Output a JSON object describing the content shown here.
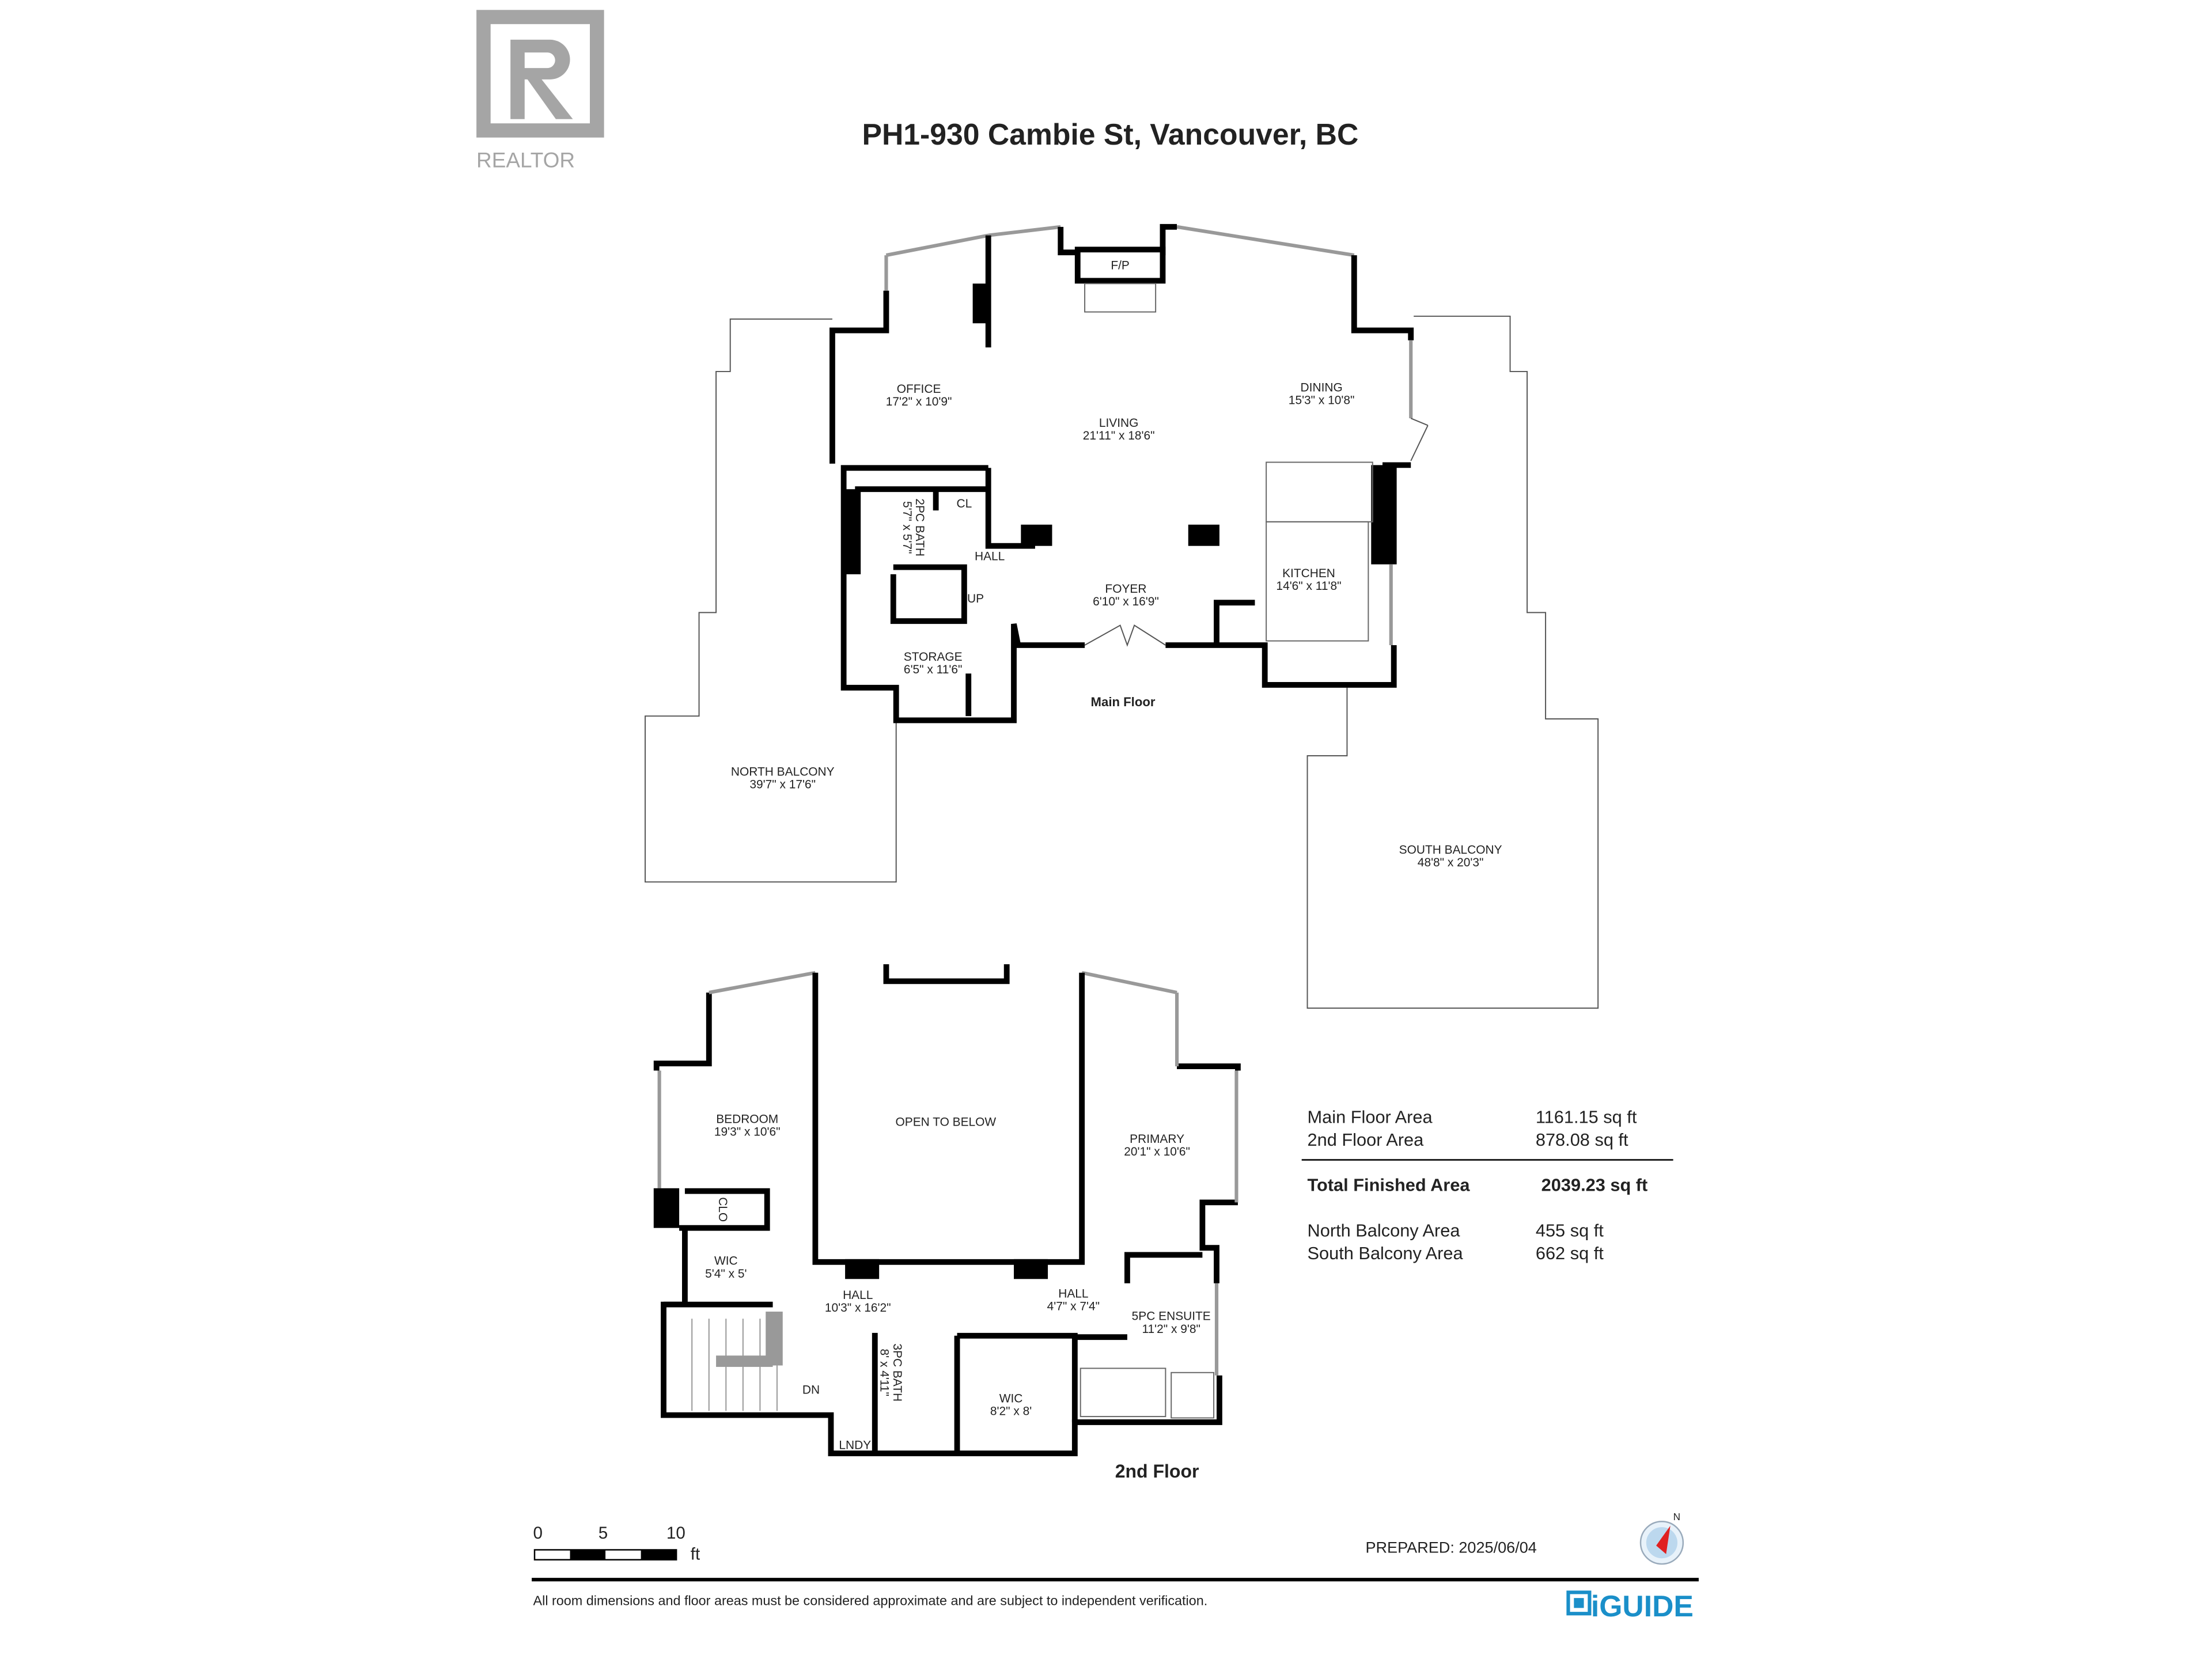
{
  "header": {
    "logo_text": "REALTOR",
    "title": "PH1-930 Cambie St, Vancouver, BC"
  },
  "main_floor": {
    "label": "Main Floor",
    "rooms": [
      {
        "name": "OFFICE",
        "dims": "17'2\" x 10'9\""
      },
      {
        "name": "LIVING",
        "dims": "21'11\" x 18'6\""
      },
      {
        "name": "DINING",
        "dims": "15'3\" x 10'8\""
      },
      {
        "name": "KITCHEN",
        "dims": "14'6\" x 11'8\""
      },
      {
        "name": "FOYER",
        "dims": "6'10\" x 16'9\""
      },
      {
        "name": "STORAGE",
        "dims": "6'5\" x 11'6\""
      },
      {
        "name": "2PC BATH",
        "dims": "5'7\" x 5'7\""
      },
      {
        "name": "NORTH BALCONY",
        "dims": "39'7\" x 17'6\""
      },
      {
        "name": "SOUTH BALCONY",
        "dims": "48'8\" x 20'3\""
      }
    ],
    "labels": {
      "fp": "F/P",
      "cl": "CL",
      "hall": "HALL",
      "up": "UP"
    }
  },
  "second_floor": {
    "label": "2nd Floor",
    "rooms": [
      {
        "name": "BEDROOM",
        "dims": "19'3\" x 10'6\""
      },
      {
        "name": "OPEN TO BELOW",
        "dims": ""
      },
      {
        "name": "PRIMARY",
        "dims": "20'1\" x 10'6\""
      },
      {
        "name": "WIC",
        "dims": "5'4\" x 5'"
      },
      {
        "name": "HALL",
        "dims": "10'3\" x 16'2\""
      },
      {
        "name": "HALL",
        "dims": "4'7\" x 7'4\""
      },
      {
        "name": "5PC ENSUITE",
        "dims": "11'2\" x 9'8\""
      },
      {
        "name": "3PC BATH",
        "dims": "8' x 4'11\""
      },
      {
        "name": "WIC",
        "dims": "8'2\" x 8'"
      }
    ],
    "labels": {
      "clo": "CLO",
      "dn": "DN",
      "lndy": "LNDY"
    }
  },
  "areas": {
    "rows": [
      {
        "label": "Main Floor Area",
        "value": "1161.15 sq ft"
      },
      {
        "label": "2nd Floor Area",
        "value": "878.08 sq ft"
      }
    ],
    "total": {
      "label": "Total Finished Area",
      "value": "2039.23 sq ft"
    },
    "balconies": [
      {
        "label": "North Balcony Area",
        "value": "455 sq ft"
      },
      {
        "label": "South Balcony Area",
        "value": "662 sq ft"
      }
    ]
  },
  "footer": {
    "scale_ticks": [
      "0",
      "5",
      "10"
    ],
    "scale_unit": "ft",
    "prepared": "PREPARED: 2025/06/04",
    "compass_label": "N",
    "disclaimer": "All room dimensions and floor areas must be considered approximate and are subject to independent verification.",
    "brand": "iGUIDE",
    "brand_color": "#1a8fc9"
  }
}
